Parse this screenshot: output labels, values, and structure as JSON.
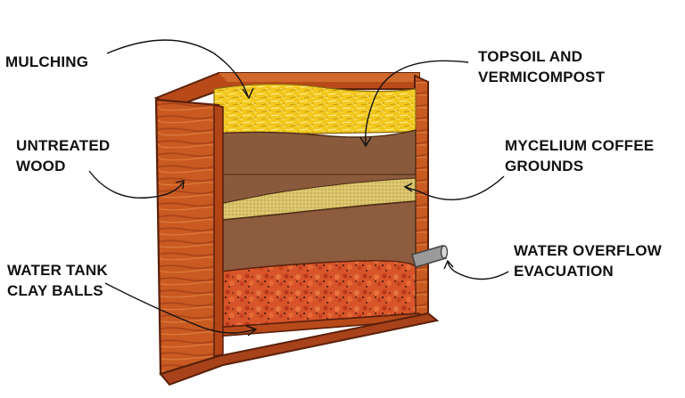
{
  "labels": {
    "mulching": "MULCHING",
    "untreated_wood": [
      "UNTREATED",
      "WOOD"
    ],
    "water_tank": [
      "WATER TANK",
      "CLAY BALLS"
    ],
    "topsoil": [
      "TOPSOIL AND",
      "VERMICOMPOST"
    ],
    "mycelium": [
      "MYCELIUM COFFEE",
      "GROUNDS"
    ],
    "overflow": [
      "WATER OVERFLOW",
      "EVACUATION"
    ]
  },
  "colors": {
    "wood": "#c85a22",
    "wood_dark": "#8a3310",
    "soil": "#8a5a3c",
    "mulch": "#f2c81e",
    "mycelium": "#d8c066",
    "clay": "#d8542a",
    "text": "#111111"
  }
}
